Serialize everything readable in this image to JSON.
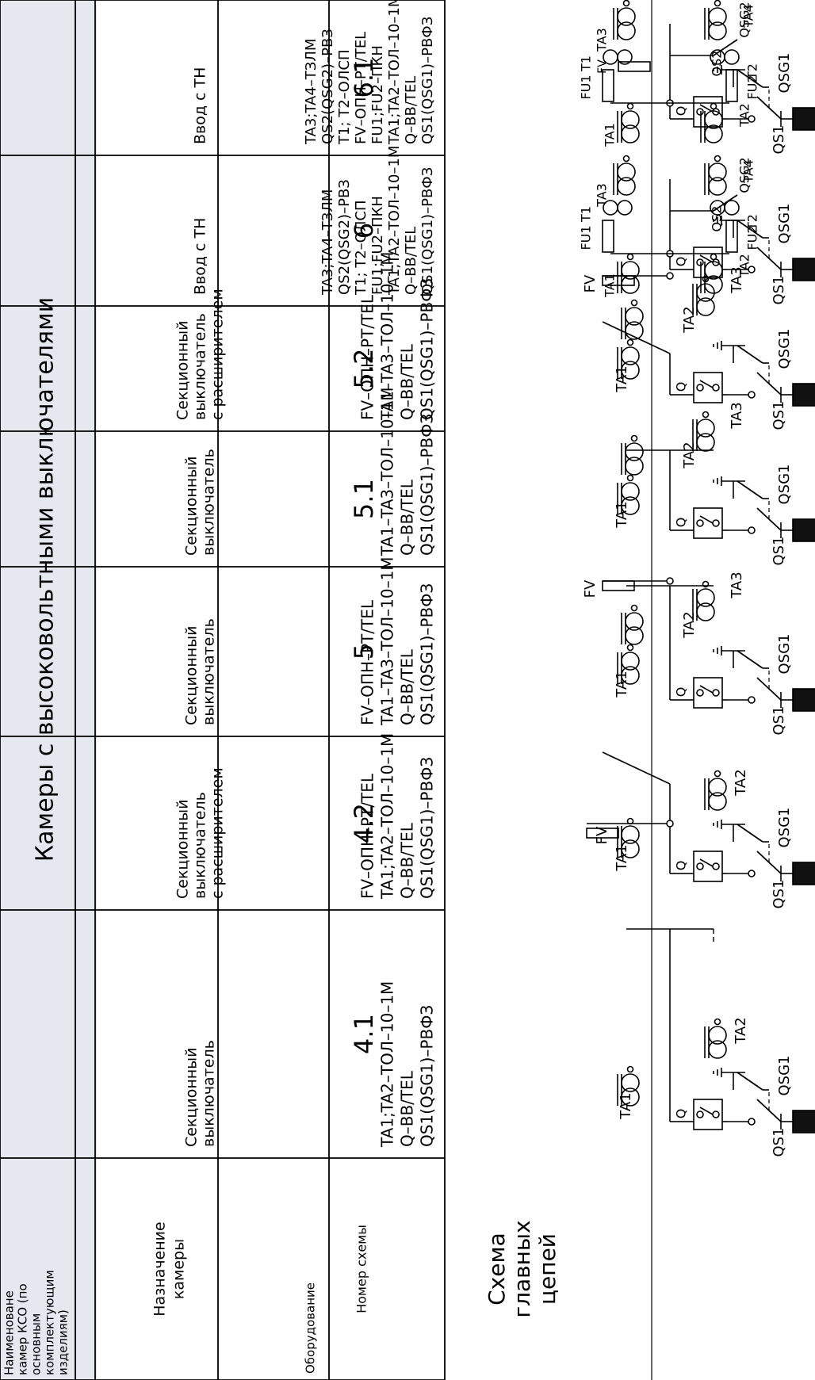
{
  "caption": "Камеры с высоковольтными выключателями",
  "headers": {
    "scheme_line1": "Схема",
    "scheme_line2": "главных",
    "scheme_line3": "цепей",
    "number": "Номер схемы",
    "equipment": "Оборудование",
    "purpose_line1": "Назначение",
    "purpose_line2": "камеры",
    "name_line1": "Наименоване",
    "name_line2": "камер КСО (по",
    "name_line3": "основным",
    "name_line4": "комплектующим",
    "name_line5": "изделиям)"
  },
  "columns": [
    {
      "number": "4.1",
      "equipment": [
        "QS1(QSG1)–РВФЗ",
        "Q–BB/TEL",
        "TA1;TA2–ТОЛ–10–1М"
      ],
      "purpose": [
        "Секционный",
        "выключатель"
      ]
    },
    {
      "number": "4.2",
      "equipment": [
        "QS1(QSG1)–РВФЗ",
        "Q–BB/TEL",
        "TA1;TA2–ТОЛ–10–1М",
        "FV–ОПН–РТ/TEL"
      ],
      "purpose": [
        "Секционный",
        "выключатель",
        "с расширителем"
      ]
    },
    {
      "number": "5",
      "equipment": [
        "QS1(QSG1)–РВФЗ",
        "Q–BB/TEL",
        "TA1–TA3–ТОЛ–10–1М",
        "FV–ОПН–РТ/TEL"
      ],
      "purpose": [
        "Секционный",
        "выключатель"
      ]
    },
    {
      "number": "5.1",
      "equipment": [
        "QS1(QSG1)–РВФЗ",
        "Q–BB/TEL",
        "TA1–TA3–ТОЛ–10–1М"
      ],
      "purpose": [
        "Секционный",
        "выключатель"
      ]
    },
    {
      "number": "5.2",
      "equipment": [
        "QS1(QSG1)–РВФЗ",
        "Q–BB/TEL",
        "TA1–TA3–ТОЛ–10–1М",
        "FV–ОПН–РТ/TEL"
      ],
      "purpose": [
        "Секционный",
        "выключатель",
        "с расширителем"
      ]
    },
    {
      "number": "6",
      "equipment": [
        "QS1(QSG1)–РВФЗ",
        "Q–BB/TEL",
        "TA1;TA2–ТОЛ–10–1М",
        "FU1;FU2–ПКН",
        "T1; T2–ОЛСП",
        "QS2(QSG2)–РВЗ",
        "TA3;TA4–ТЗЛМ"
      ],
      "purpose": [
        "Ввод с ТН"
      ]
    },
    {
      "number": "6.1",
      "equipment": [
        "QS1(QSG1)–РВФЗ",
        "Q–BB/TEL",
        "TA1;TA2–ТОЛ–10–1М",
        "FU1;FU2–ПКН",
        "FV–ОПН–РТ/TEL",
        "T1; T2–ОЛСП",
        "QS2(QSG2)–РВЗ",
        "TA3;TA4–ТЗЛМ"
      ],
      "purpose": [
        "Ввод с ТН"
      ]
    }
  ],
  "labels": {
    "QS1": "QS1",
    "QSG1": "QSG1",
    "Q": "Q",
    "TA1": "TA1",
    "TA2": "TA2",
    "TA3": "TA3",
    "TA4": "TA4",
    "FV": "FV",
    "FU1": "FU1",
    "FU2": "FU2",
    "T1": "T1",
    "T2": "T2",
    "QS2": "QS2",
    "QSG2": "QSG2"
  }
}
